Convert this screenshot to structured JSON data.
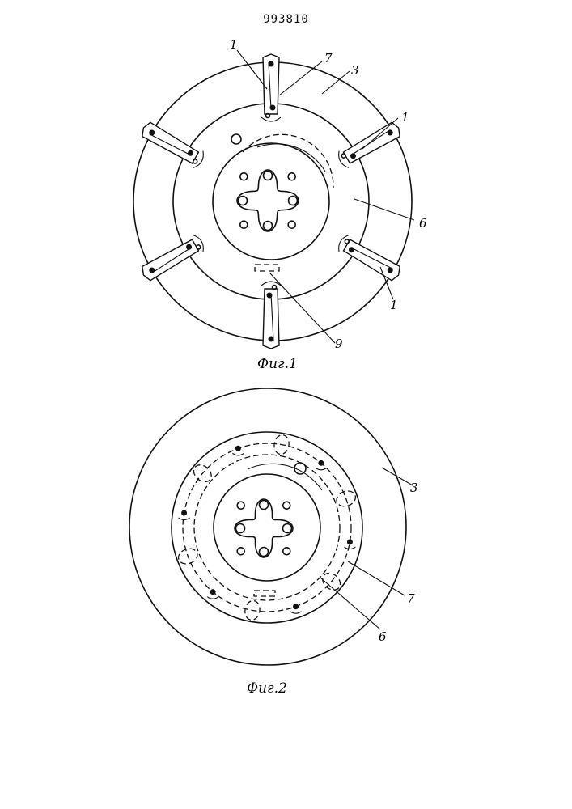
{
  "header": {
    "patent_number": "993810"
  },
  "figure1": {
    "caption": "Фиг.1",
    "labels": {
      "l1_top": "1",
      "l7": "7",
      "l3": "3",
      "l1_right_top": "1",
      "l6": "6",
      "l1_right_bottom": "1",
      "l9": "9"
    }
  },
  "figure2": {
    "caption": "Фиг.2",
    "labels": {
      "l3": "3",
      "l7": "7",
      "l6": "6"
    }
  }
}
